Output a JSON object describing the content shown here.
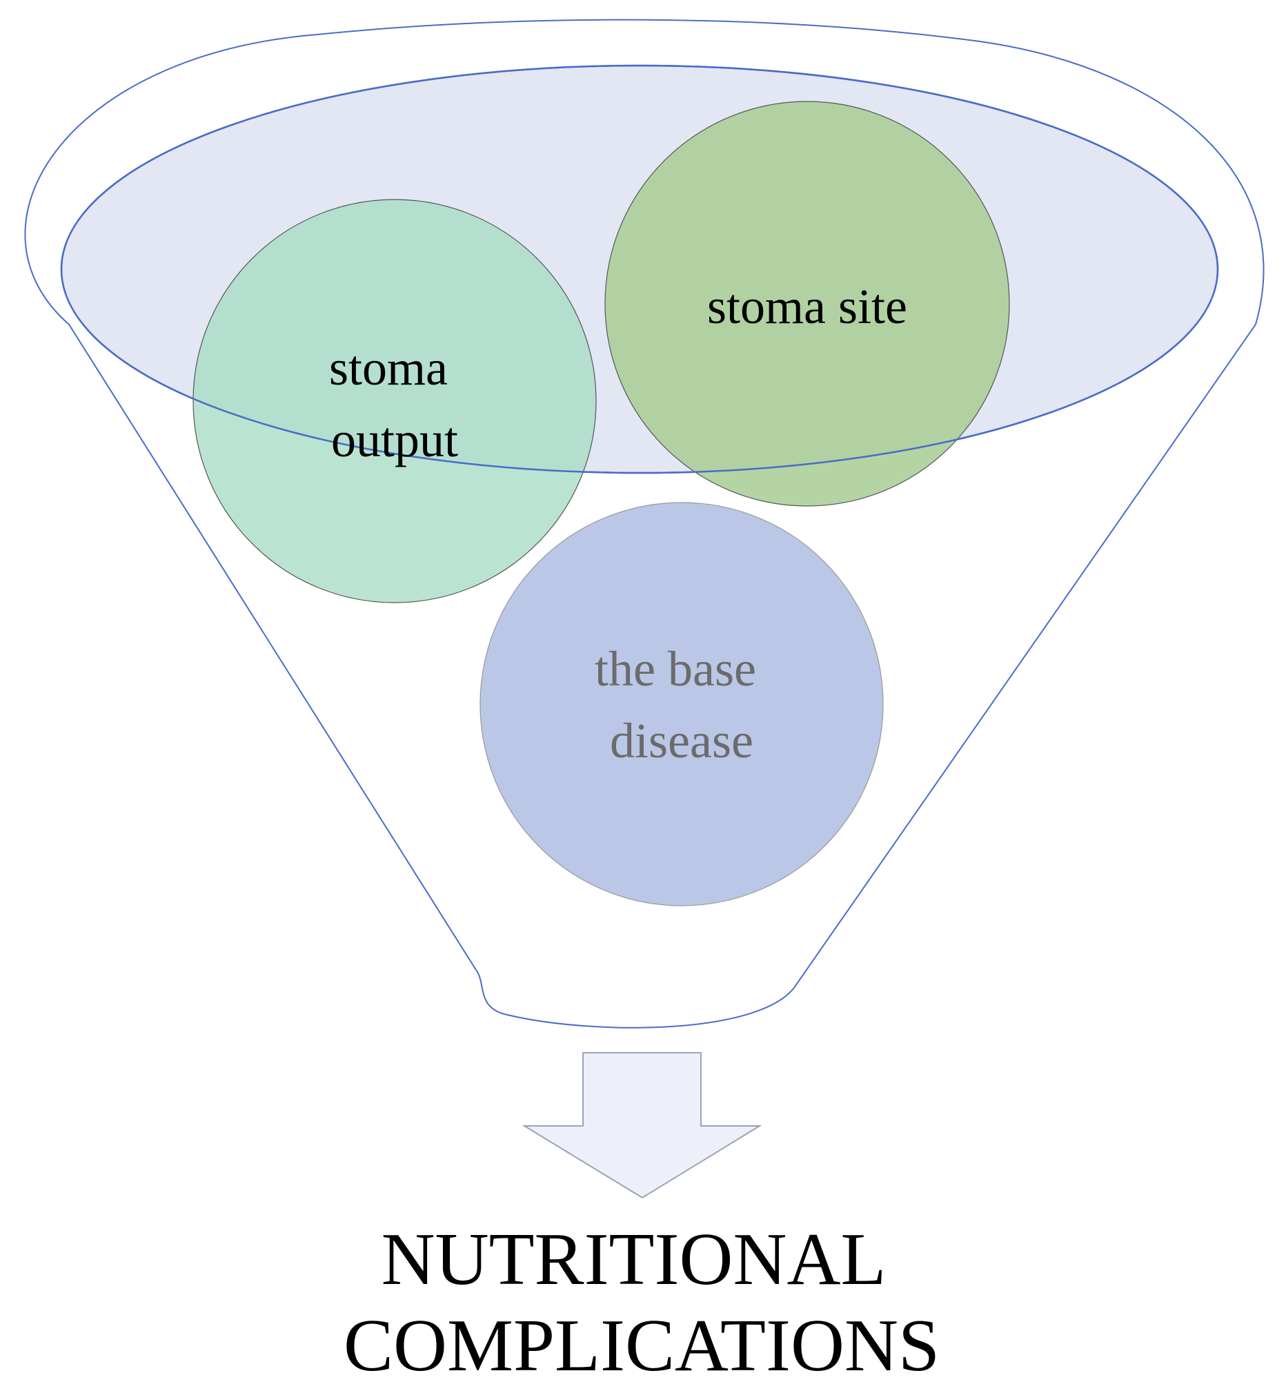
{
  "funnel": {
    "inputs": [
      {
        "label_lines": [
          "stoma",
          "output"
        ]
      },
      {
        "label_lines": [
          "stoma site"
        ]
      },
      {
        "label_lines": [
          "the base",
          "disease"
        ]
      }
    ],
    "outcome": {
      "label_lines": [
        "NUTRITIONAL",
        "COMPLICATIONS"
      ]
    }
  },
  "colors": {
    "funnel_outline": "#4a6cc9",
    "funnel_mouth_fill": "#e3e6f3",
    "stoma_output_fill": "#a6dcc4",
    "stoma_site_fill": "#a8cc94",
    "base_disease_fill": "#bac7e6",
    "arrow_fill": "#edf0f9",
    "arrow_stroke": "#9aa3b5",
    "dark_text": "#000000",
    "muted_text": "#6b6b6b"
  }
}
